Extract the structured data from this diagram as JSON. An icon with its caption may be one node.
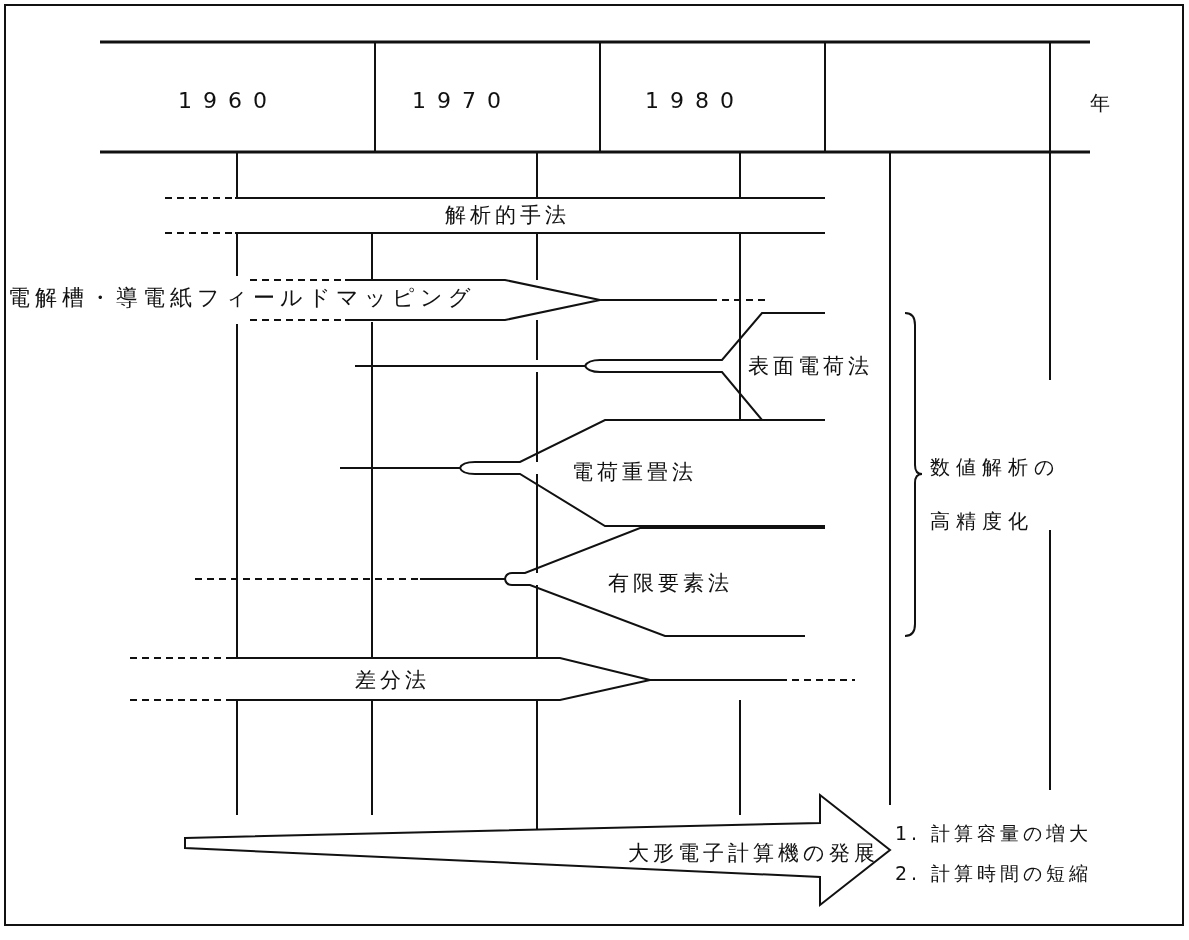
{
  "diagram": {
    "nodes": [
      {
        "text": [
          "解析的手法"
        ]
      },
      {
        "text": [
          "電解槽・導電紙フィールドマッピング"
        ]
      },
      {
        "text": [
          "表面電荷法"
        ]
      },
      {
        "text": [
          "電荷重畳法"
        ]
      },
      {
        "text": [
          "有限要素法"
        ]
      },
      {
        "text": [
          "差分法"
        ]
      },
      {
        "text": [
          "大形電子計算機の発展"
        ]
      }
    ],
    "edges": [],
    "labels": [
      "1960",
      "1970",
      "1980",
      "年",
      "数値解析の高精度化",
      "1. 計算容量の増大",
      "2. 計算時間の短縮"
    ]
  }
}
